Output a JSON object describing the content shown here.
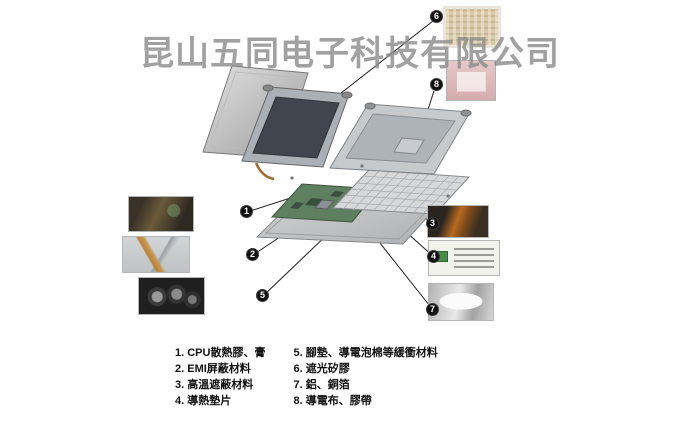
{
  "watermark": "昆山五同电子科技有限公司",
  "callouts": [
    {
      "num": "1"
    },
    {
      "num": "2"
    },
    {
      "num": "3"
    },
    {
      "num": "4"
    },
    {
      "num": "5"
    },
    {
      "num": "6"
    },
    {
      "num": "7"
    },
    {
      "num": "8"
    }
  ],
  "legend": {
    "col1": [
      {
        "text": "1. CPU散熱膠、膏"
      },
      {
        "text": "2. EMI屏蔽材料"
      },
      {
        "text": "3. 高溫遮蔽材料"
      },
      {
        "text": "4. 導熱墊片"
      }
    ],
    "col2": [
      {
        "text": "5. 腳墊、導電泡棉等緩衝材料"
      },
      {
        "text": "6. 遮光矽膠"
      },
      {
        "text": "7. 鋁、銅箔"
      },
      {
        "text": "8. 導電布、膠帶"
      }
    ]
  },
  "colors": {
    "watermark_gray": "#8c8c8c",
    "callout_black": "#101010",
    "motherboard_green": "#5f7f61"
  }
}
